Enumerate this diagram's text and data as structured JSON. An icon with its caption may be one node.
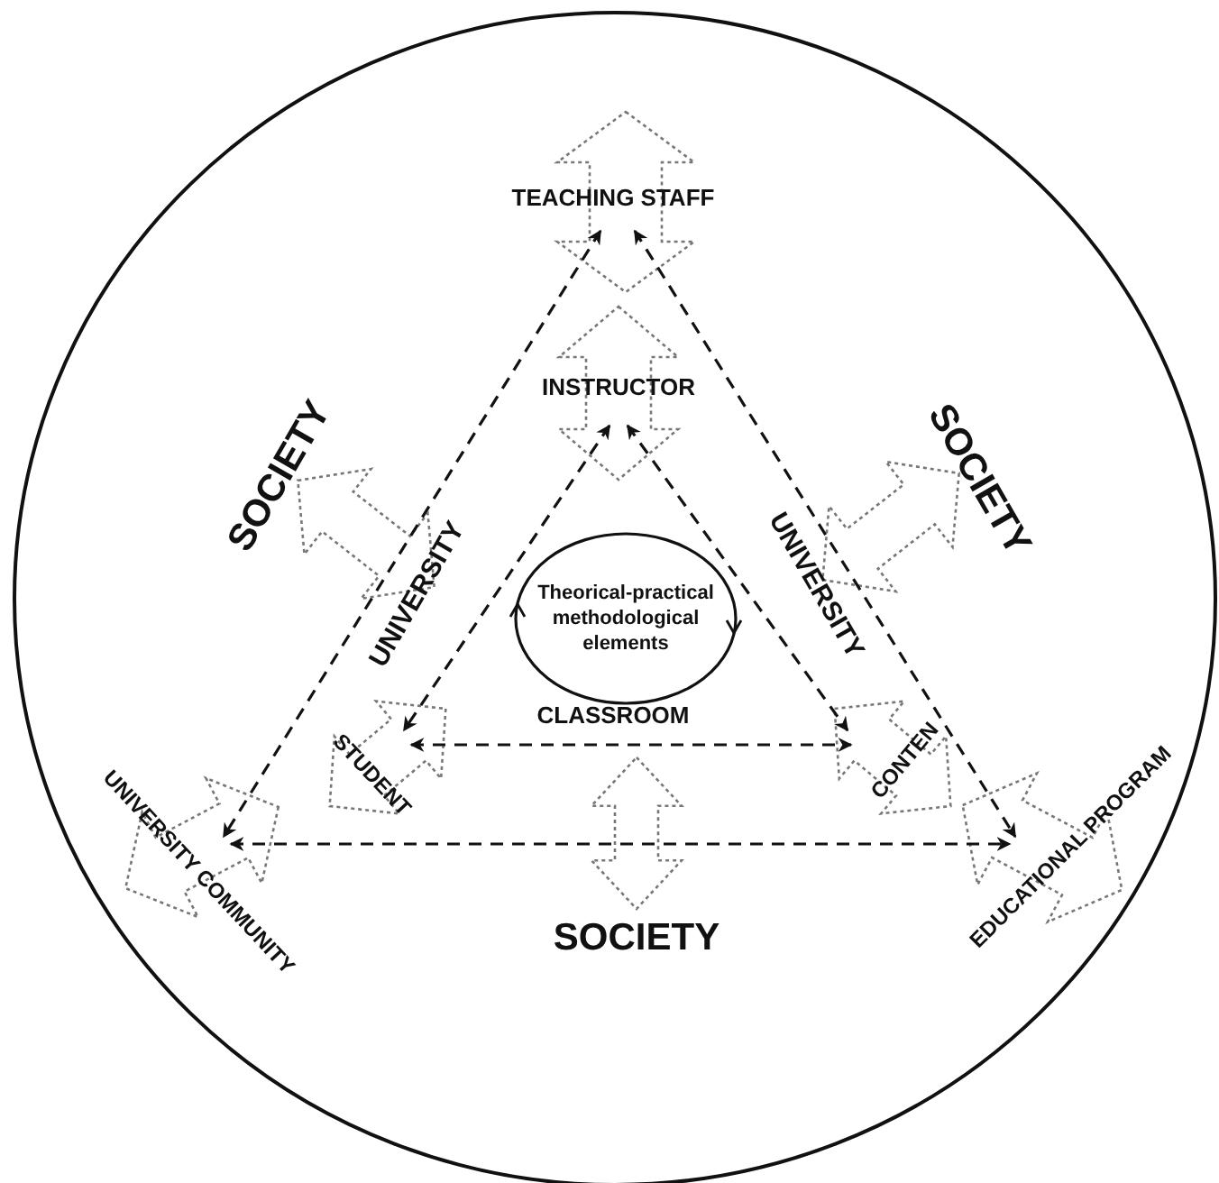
{
  "diagram": {
    "nodes": [
      {
        "text": [
          "TEACHING STAFF"
        ]
      },
      {
        "text": [
          "INSTRUCTOR"
        ]
      },
      {
        "text": [
          "Theorical-practical methodological elements"
        ]
      },
      {
        "text": [
          "STUDENT"
        ]
      },
      {
        "text": [
          "CONTEN"
        ]
      },
      {
        "text": [
          "UNIVERSITY COMMUNITY"
        ]
      },
      {
        "text": [
          "EDUCATIONAL PROGRAM"
        ]
      }
    ],
    "edges": [
      {
        "from": 0,
        "to": 5,
        "arrow": "both",
        "style": "dashed"
      },
      {
        "from": 0,
        "to": 6,
        "arrow": "both",
        "style": "dashed"
      },
      {
        "from": 5,
        "to": 6,
        "arrow": "both",
        "style": "dashed"
      },
      {
        "from": 1,
        "to": 3,
        "arrow": "both",
        "style": "dashed"
      },
      {
        "from": 1,
        "to": 4,
        "arrow": "both",
        "style": "dashed"
      },
      {
        "from": 3,
        "to": 4,
        "arrow": "both",
        "style": "dashed"
      }
    ],
    "labels": [
      "SOCIETY",
      "SOCIETY",
      "UNIVERSITY",
      "UNIVERSITY",
      "CLASSROOM",
      "SOCIETY"
    ]
  }
}
